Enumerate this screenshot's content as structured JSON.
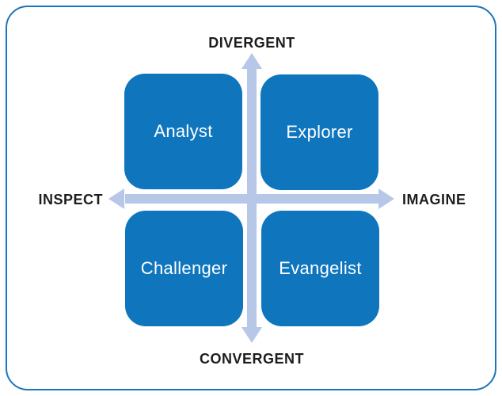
{
  "diagram": {
    "title": "divergent-convergent-quadrant-model",
    "axes": {
      "top": "DIVERGENT",
      "bottom": "CONVERGENT",
      "left": "INSPECT",
      "right": "IMAGINE"
    },
    "quadrants": {
      "top_left": {
        "label": "Analyst"
      },
      "top_right": {
        "label": "Explorer"
      },
      "bottom_left": {
        "label": "Challenger"
      },
      "bottom_right": {
        "label": "Evangelist"
      }
    },
    "colors": {
      "quadrant-fill": "#0f76bd",
      "quadrant-text": "#ffffff",
      "arrow": "#b6c7e8",
      "axis-label": "#1d1d1d",
      "border": "#1b75bc",
      "background": "#ffffff"
    }
  }
}
